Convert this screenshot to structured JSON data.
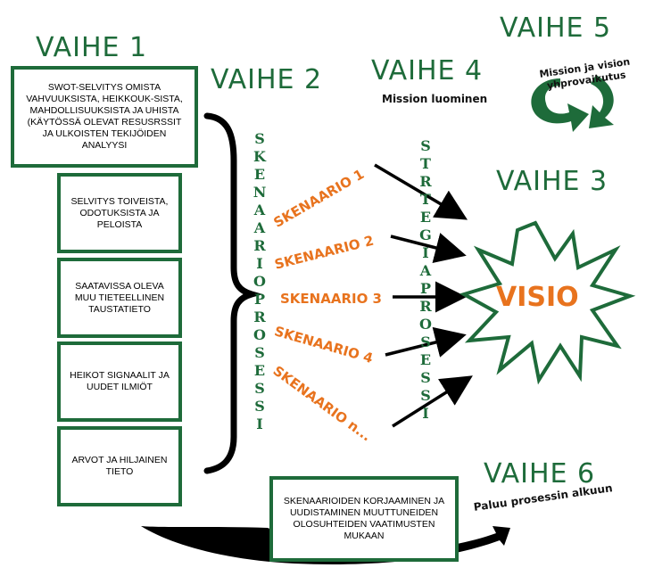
{
  "phases": {
    "p1": "VAIHE 1",
    "p2": "VAIHE 2",
    "p3": "VAIHE 3",
    "p4": "VAIHE 4",
    "p5": "VAIHE 5",
    "p6": "VAIHE 6"
  },
  "boxes": {
    "swot": "SWOT-SELVITYS OMISTA VAHVUUKSISTA, HEIKKOUK-SISTA, MAHDOLLISUUKSISTA JA UHISTA (KÄYTÖSSÄ OLEVAT RESUSRSSIT JA ULKOISTEN TEKIJÖIDEN ANALYYSI",
    "wishes": "SELVITYS TOIVEISTA, ODOTUKSISTA JA PELOISTA",
    "background": "SAATAVISSA OLEVA MUU TIETEELLINEN TAUSTATIETO",
    "signals": "HEIKOT SIGNAALIT JA UUDET ILMIÖT",
    "values": "ARVOT JA HILJAINEN TIETO",
    "correction": "SKENAARIOIDEN KORJAAMINEN JA UUDISTAMINEN MUUTTUNEIDEN OLOSUHTEIDEN VAATIMUSTEN MUKAAN"
  },
  "vertical": {
    "scenario_process": "SKENAARIOPROSESSI",
    "strategy_process": "STRTEGIAPROSESSI"
  },
  "scenarios": [
    "SKENAARIO 1",
    "SKENAARIO 2",
    "SKENAARIO 3",
    "SKENAARIO 4",
    "SKENAARIO n..."
  ],
  "captions": {
    "mission": "Mission luominen",
    "mission_vision": "Mission ja vision yhprovaikutus",
    "return": "Paluu prosessin alkuun"
  },
  "vision": "VISIO",
  "colors": {
    "green": "#1e6b3a",
    "orange": "#e8731e",
    "black": "#000000"
  }
}
